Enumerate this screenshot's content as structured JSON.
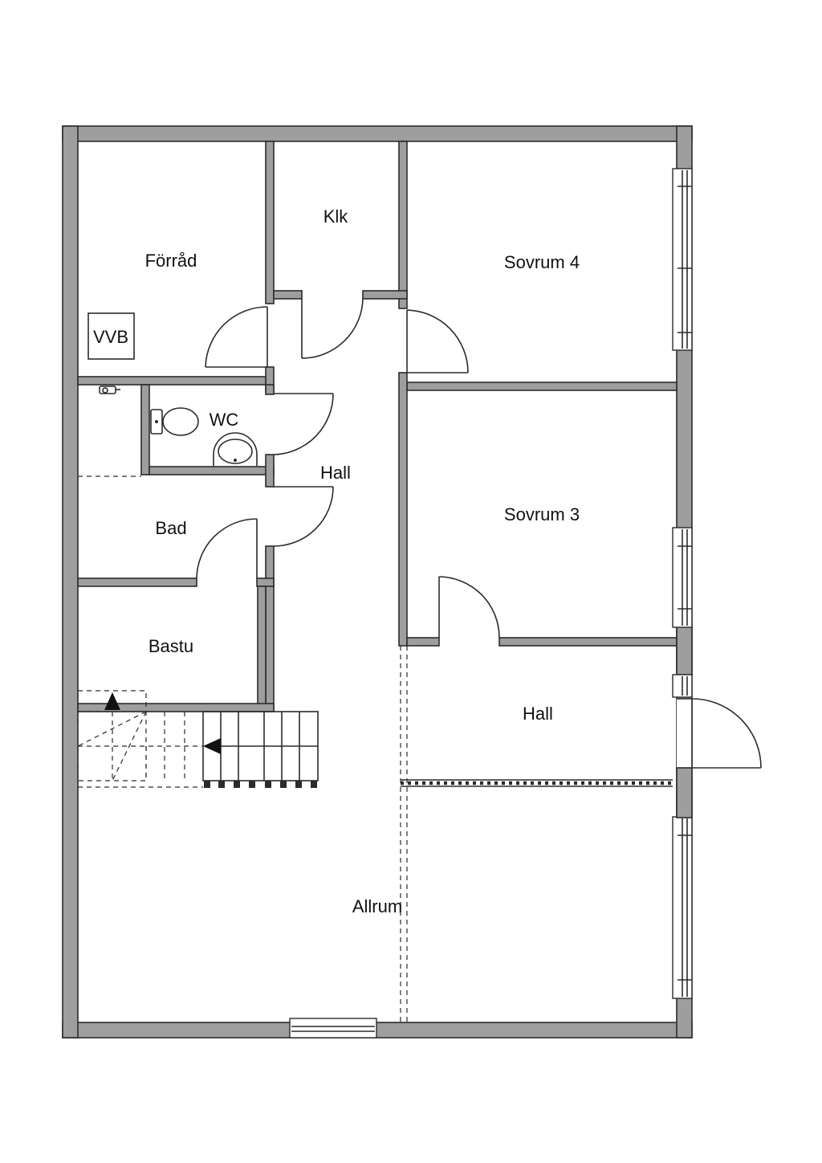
{
  "floorplan": {
    "rooms": {
      "forrad": "Förråd",
      "klk": "Klk",
      "sovrum4": "Sovrum 4",
      "vvb": "VVB",
      "wc": "WC",
      "hall_upper": "Hall",
      "sovrum3": "Sovrum 3",
      "bad": "Bad",
      "bastu": "Bastu",
      "hall_lower": "Hall",
      "allrum": "Allrum"
    },
    "colors": {
      "wall_fill": "#9e9e9e",
      "line": "#2b2b2b",
      "background": "#ffffff"
    }
  }
}
